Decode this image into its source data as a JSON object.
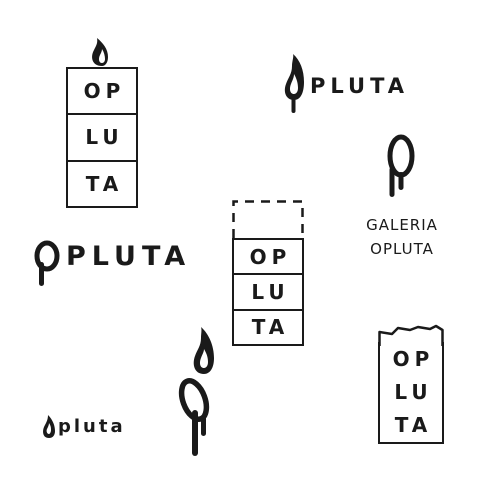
{
  "colors": {
    "ink": "#1a1a1a",
    "background": "#ffffff"
  },
  "logo_candle_flame": {
    "rows": [
      "OP",
      "LU",
      "TA"
    ],
    "icon": "flame-icon"
  },
  "logo_flame_wordmark": {
    "text": "PLUTA",
    "icon": "flame-drip-icon"
  },
  "logo_gallery": {
    "line1": "GALERIA",
    "line2": "OPLUTA",
    "icon": "drip-o-icon"
  },
  "logo_large_wordmark": {
    "text": "PLUTA",
    "icon": "drip-o-icon"
  },
  "logo_candle_dashed": {
    "rows": [
      "OP",
      "LU",
      "TA"
    ]
  },
  "logo_candle_torn": {
    "rows": [
      "OP",
      "LU",
      "TA"
    ]
  },
  "logo_lowercase": {
    "text": "pluta",
    "icon": "flame-o-icon"
  },
  "logo_torch": {
    "icon": "torch-icon"
  }
}
